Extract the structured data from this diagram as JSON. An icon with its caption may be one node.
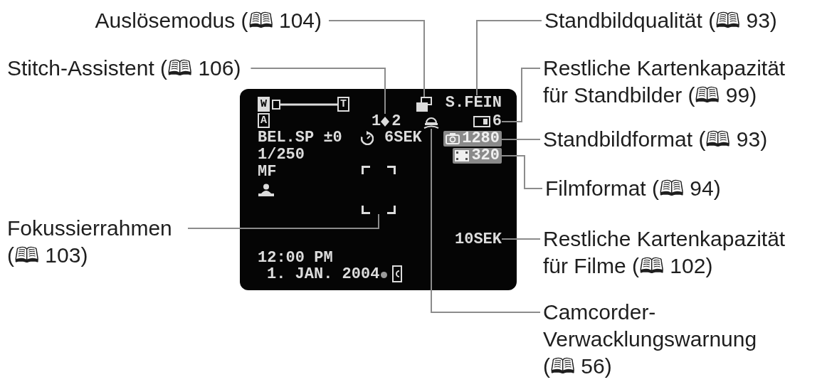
{
  "diagram": {
    "nodes": [
      {
        "text": [
          "Auslösemodus (🕮 104)"
        ]
      },
      {
        "text": [
          "Standbildqualität (🕮 93)"
        ]
      },
      {
        "text": [
          "Stitch-Assistent (🕮 106)"
        ]
      },
      {
        "text": [
          "Restliche Kartenkapazität für Standbilder (🕮 99)"
        ]
      },
      {
        "text": [
          "W",
          "T",
          "A",
          "BEL.SP ±0",
          "6SEK",
          "1/250",
          "MF",
          "12:00 PM",
          "1. JAN. 2004"
        ]
      },
      {
        "text": [],
        "shape": "picture",
        "in": 4
      },
      {
        "text": [
          "S.FEIN"
        ],
        "in": 4
      },
      {
        "text": [
          "1",
          "2"
        ],
        "in": 4
      },
      {
        "text": [],
        "shape": "picture",
        "in": 4
      },
      {
        "text": [
          "6"
        ],
        "in": 4
      },
      {
        "text": [
          "1280"
        ],
        "in": 4
      },
      {
        "text": [
          "320"
        ],
        "in": 4
      },
      {
        "text": [],
        "shape": "box",
        "in": 4
      },
      {
        "text": [
          "10SEK"
        ],
        "in": 4
      },
      {
        "text": [
          "Standbildformat (🕮 93)"
        ]
      },
      {
        "text": [
          "Filmformat (🕮 94)"
        ]
      },
      {
        "text": [
          "Fokussierrahmen (🕮 103)"
        ]
      },
      {
        "text": [
          "Restliche Kartenkapazität für Filme (🕮 102)"
        ]
      },
      {
        "text": [
          "Camcorder-Verwacklungswarnung (🕮 56)"
        ]
      }
    ],
    "edges": [
      {
        "from": 0,
        "to": 5,
        "arrow": "none"
      },
      {
        "from": 1,
        "to": 6,
        "arrow": "none"
      },
      {
        "from": 2,
        "to": 7,
        "arrow": "none"
      },
      {
        "from": 3,
        "to": 9,
        "arrow": "none"
      },
      {
        "from": 14,
        "to": 10,
        "arrow": "none"
      },
      {
        "from": 15,
        "to": 11,
        "arrow": "none"
      },
      {
        "from": 16,
        "to": 12,
        "arrow": "none"
      },
      {
        "from": 17,
        "to": 13,
        "arrow": "none"
      },
      {
        "from": 18,
        "to": 8,
        "arrow": "none"
      }
    ]
  }
}
